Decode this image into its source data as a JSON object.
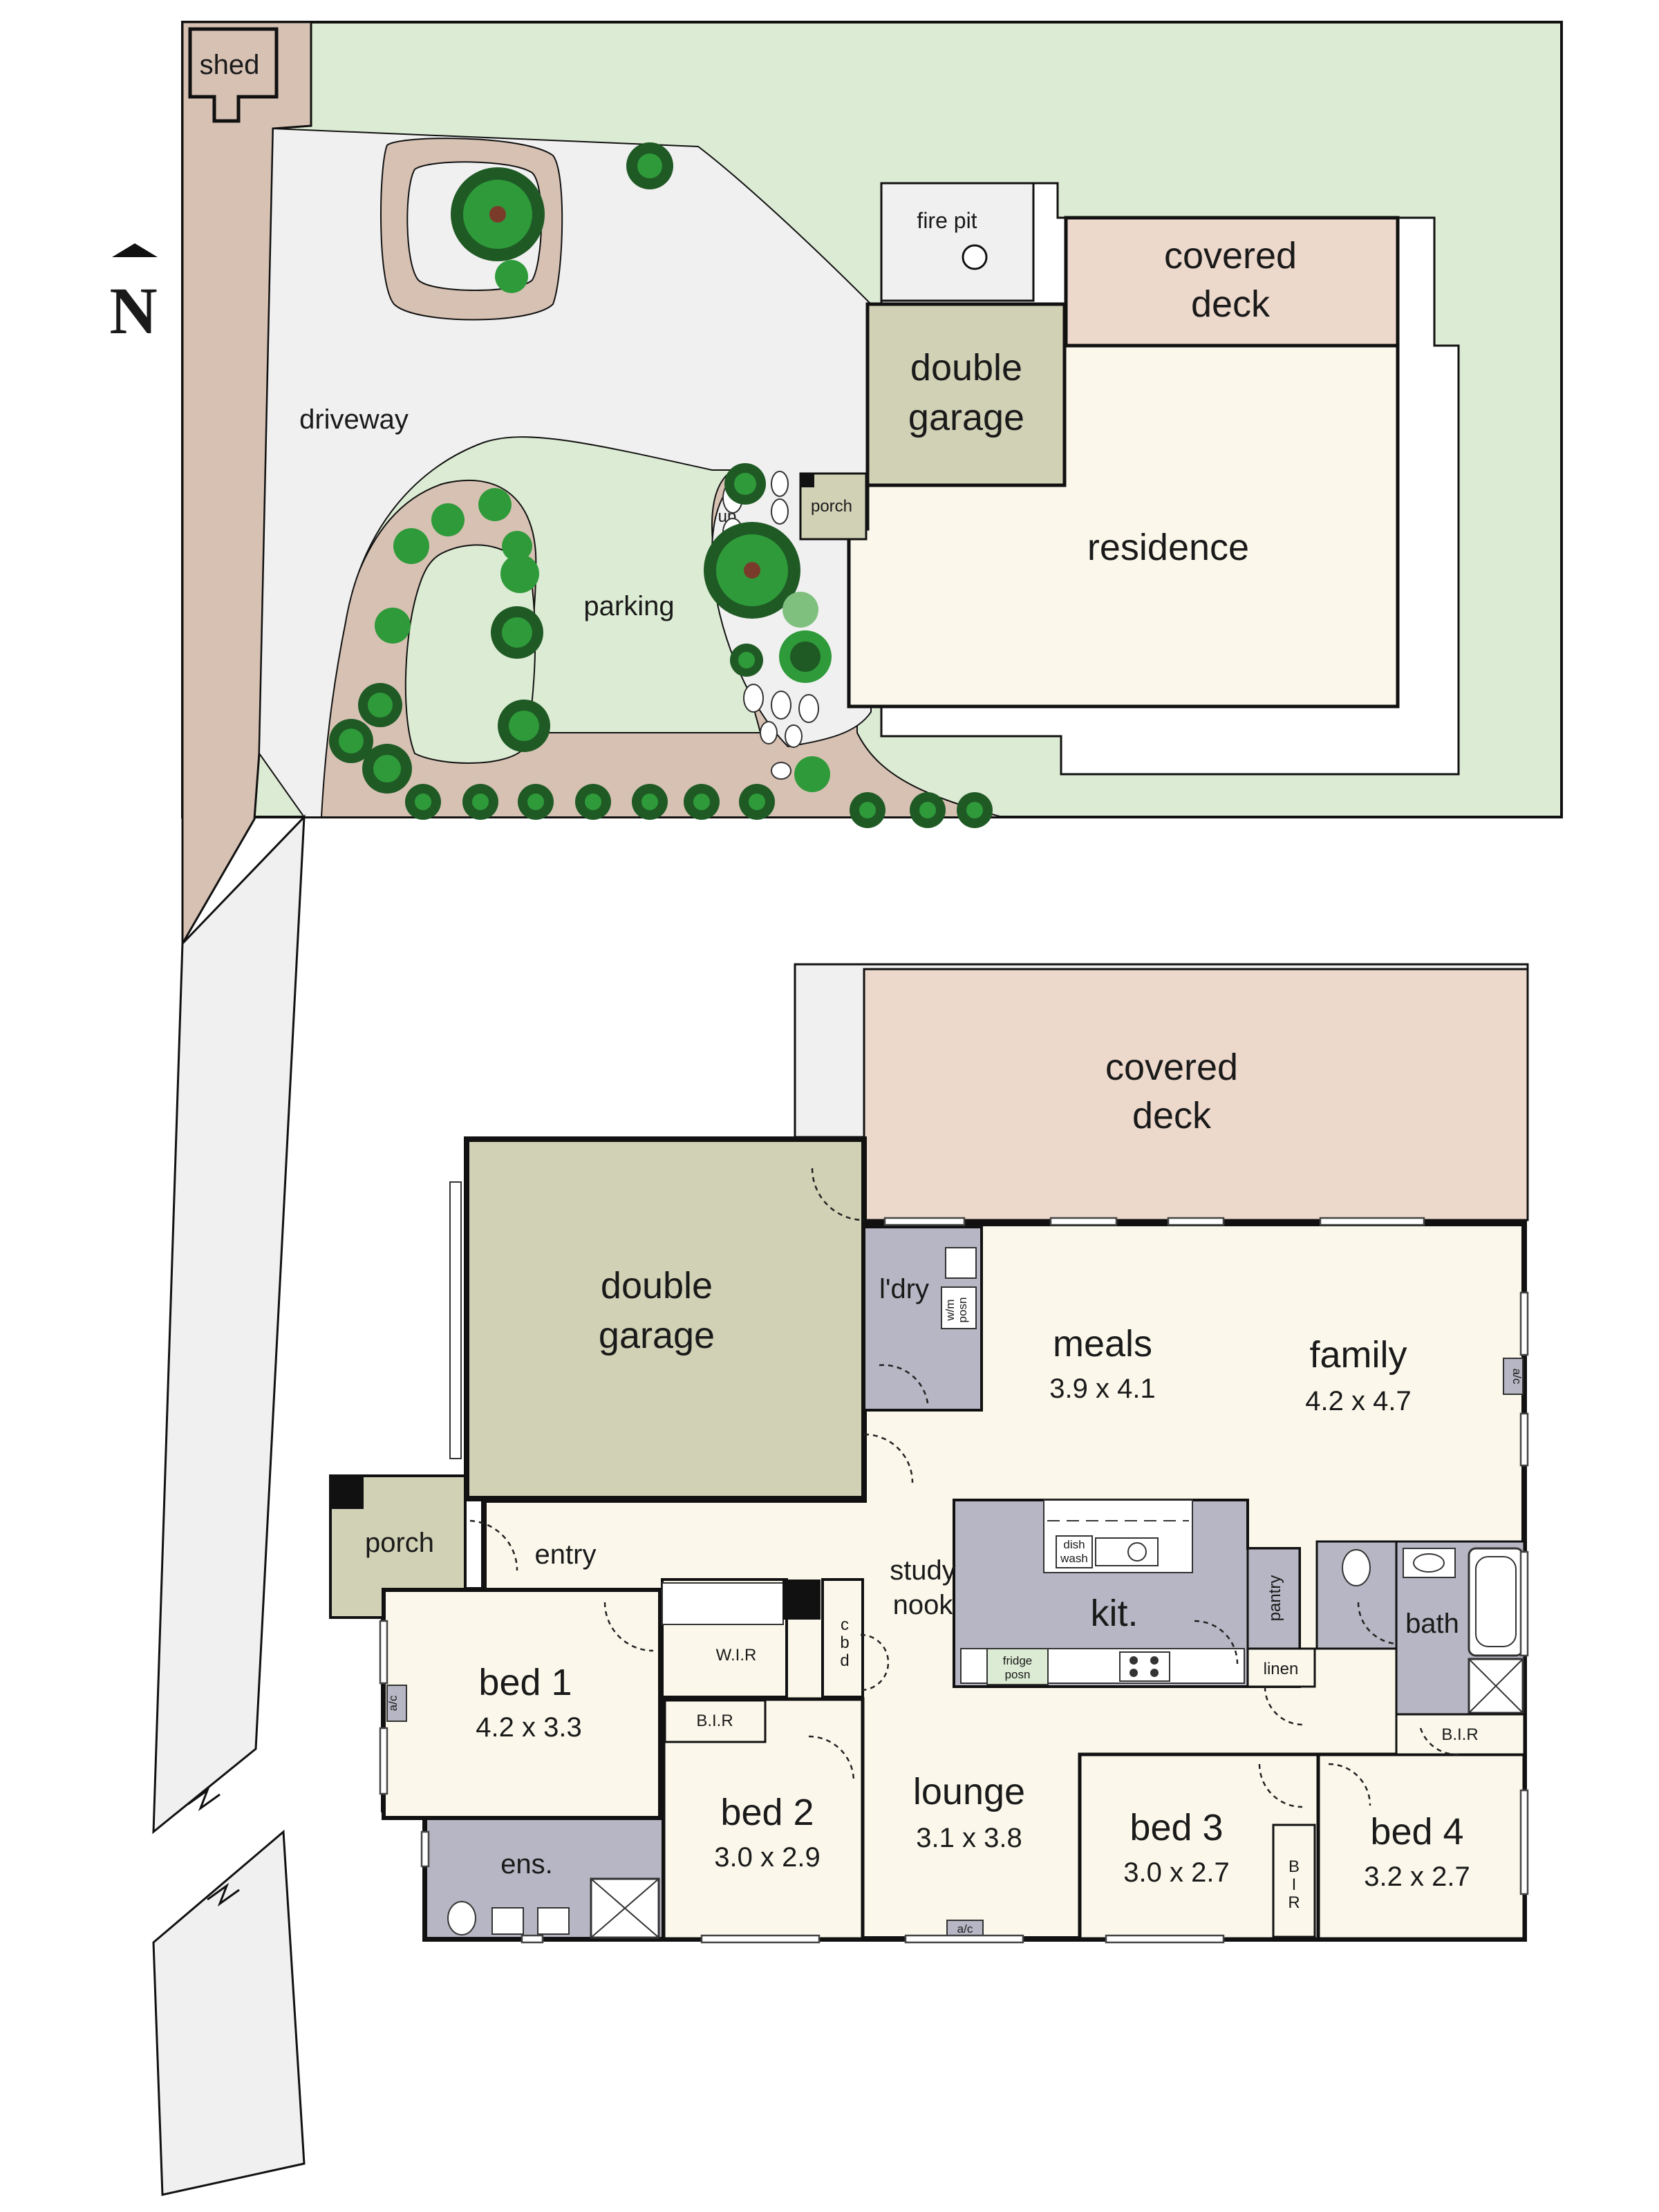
{
  "colors": {
    "lawn": "#dcebd3",
    "garden_bed": "#d6c1b3",
    "paving": "#f0f0f0",
    "residence": "#fbf8eb",
    "garage": "#d1d1b6",
    "deck": "#edd9cc",
    "wet_area": "#b6b6c4",
    "porch": "#d1d1b6",
    "pond": "#dcebd3",
    "plant_dark": "#1f5a25",
    "plant_light": "#2f9a3a"
  },
  "compass": {
    "letter": "N"
  },
  "site": {
    "shed": "shed",
    "driveway": "driveway",
    "parking": "parking",
    "fire_pit": "fire pit",
    "covered_deck_l1": "covered",
    "covered_deck_l2": "deck",
    "double_garage_l1": "double",
    "double_garage_l2": "garage",
    "porch": "porch",
    "up": "up",
    "residence": "residence"
  },
  "house": {
    "covered_deck_l1": "covered",
    "covered_deck_l2": "deck",
    "double_garage_l1": "double",
    "double_garage_l2": "garage",
    "laundry": "l'dry",
    "wm_posn_l1": "w/m",
    "wm_posn_l2": "posn",
    "meals": {
      "name": "meals",
      "size": "3.9 x 4.1"
    },
    "family": {
      "name": "family",
      "size": "4.2 x 4.7"
    },
    "ac": "a/c",
    "porch": "porch",
    "entry": "entry",
    "study_l1": "study",
    "study_l2": "nook",
    "kitchen": "kit.",
    "dishwash_l1": "dish",
    "dishwash_l2": "wash",
    "fridge_l1": "fridge",
    "fridge_l2": "posn",
    "pantry": "pantry",
    "linen": "linen",
    "bath": "bath",
    "bed1": {
      "name": "bed 1",
      "size": "4.2 x 3.3"
    },
    "wir": "W.I.R",
    "cbd_1": "c",
    "cbd_2": "b",
    "cbd_3": "d",
    "bir": "B.I.R",
    "bir_v1": "B",
    "bir_v2": "I",
    "bir_v3": "R",
    "bed2": {
      "name": "bed 2",
      "size": "3.0 x 2.9"
    },
    "lounge": {
      "name": "lounge",
      "size": "3.1 x 3.8"
    },
    "bed3": {
      "name": "bed 3",
      "size": "3.0 x 2.7"
    },
    "bed4": {
      "name": "bed 4",
      "size": "3.2 x 2.7"
    },
    "ensuite": "ens."
  }
}
